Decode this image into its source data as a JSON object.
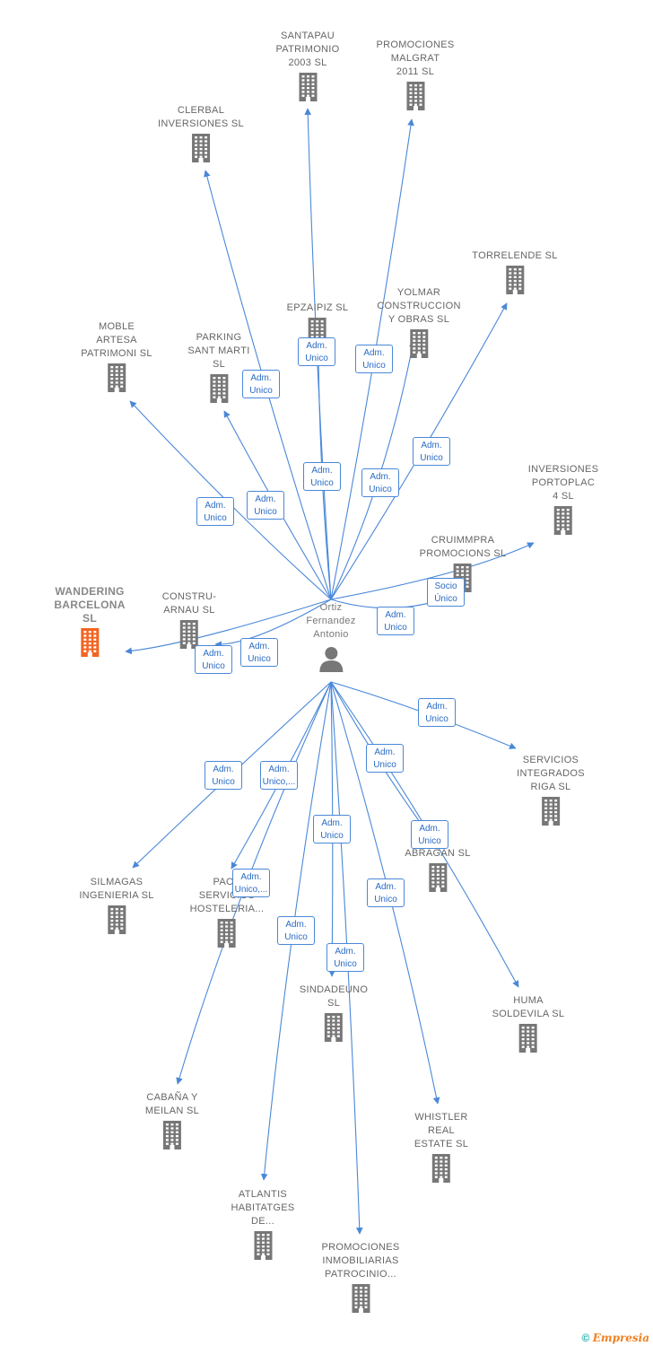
{
  "colors": {
    "edge": "#4a88d8",
    "company": "#777777",
    "highlight": "#f26522"
  },
  "center": {
    "label": "Ortiz\nFernandez\nAntonio",
    "icon": "person-icon"
  },
  "nodes": [
    {
      "id": "wandering",
      "label": "WANDERING\nBARCELONA\nSL",
      "icon": "building-icon",
      "highlight": true
    },
    {
      "id": "santapau",
      "label": "SANTAPAU\nPATRIMONIO\n2003 SL",
      "icon": "building-icon"
    },
    {
      "id": "malgrat",
      "label": "PROMOCIONES\nMALGRAT\n2011 SL",
      "icon": "building-icon"
    },
    {
      "id": "clerbal",
      "label": "CLERBAL\nINVERSIONES SL",
      "icon": "building-icon"
    },
    {
      "id": "torrelende",
      "label": "TORRELENDE SL",
      "icon": "building-icon"
    },
    {
      "id": "epzaipiz",
      "label": "EPZAIPIZ SL",
      "icon": "building-icon"
    },
    {
      "id": "yolmar",
      "label": "YOLMAR\nCONSTRUCCION\nY OBRAS SL",
      "icon": "building-icon"
    },
    {
      "id": "moble",
      "label": "MOBLE\nARTESA\nPATRIMONI SL",
      "icon": "building-icon"
    },
    {
      "id": "parking",
      "label": "PARKING\nSANT MARTI\nSL",
      "icon": "building-icon"
    },
    {
      "id": "portoplac",
      "label": "INVERSIONES\nPORTOPLAC\n4  SL",
      "icon": "building-icon"
    },
    {
      "id": "cruimmpra",
      "label": "CRUIMMPRA\nPROMOCIONS SL",
      "icon": "building-icon"
    },
    {
      "id": "construarnau",
      "label": "CONSTRU-\nARNAU  SL",
      "icon": "building-icon"
    },
    {
      "id": "riga",
      "label": "SERVICIOS\nINTEGRADOS\nRIGA SL",
      "icon": "building-icon"
    },
    {
      "id": "silmagas",
      "label": "SILMAGAS\nINGENIERIA SL",
      "icon": "building-icon"
    },
    {
      "id": "paoe",
      "label": "PAOE\nSERVICIOS\nHOSTELERIA...",
      "icon": "building-icon"
    },
    {
      "id": "abragan",
      "label": "ABRAGAN SL",
      "icon": "building-icon"
    },
    {
      "id": "sindadeuno",
      "label": "SINDADEUNO\nSL",
      "icon": "building-icon"
    },
    {
      "id": "huma",
      "label": "HUMA\nSOLDEVILA SL",
      "icon": "building-icon"
    },
    {
      "id": "cabana",
      "label": "CABAÑA Y\nMEILAN SL",
      "icon": "building-icon"
    },
    {
      "id": "whistler",
      "label": "WHISTLER\nREAL\nESTATE  SL",
      "icon": "building-icon"
    },
    {
      "id": "atlantis",
      "label": "ATLANTIS\nHABITATGES\nDE...",
      "icon": "building-icon"
    },
    {
      "id": "patrocinio",
      "label": "PROMOCIONES\nINMOBILIARIAS\nPATROCINIO...",
      "icon": "building-icon"
    }
  ],
  "relations": [
    {
      "to": "santapau",
      "label": "Adm.\nUnico"
    },
    {
      "to": "malgrat",
      "label": "Adm.\nUnico"
    },
    {
      "to": "clerbal",
      "label": "Adm.\nUnico"
    },
    {
      "to": "torrelende",
      "label": "Adm.\nUnico"
    },
    {
      "to": "epzaipiz",
      "label": "Adm.\nUnico"
    },
    {
      "to": "yolmar",
      "label": "Adm.\nUnico"
    },
    {
      "to": "moble",
      "label": "Adm.\nUnico"
    },
    {
      "to": "parking",
      "label": "Adm.\nUnico"
    },
    {
      "to": "portoplac",
      "label": "Socio\nÚnico"
    },
    {
      "to": "cruimmpra",
      "label": "Adm.\nUnico"
    },
    {
      "to": "wandering",
      "label": "Adm.\nUnico"
    },
    {
      "to": "construarnau",
      "label": "Adm.\nUnico"
    },
    {
      "to": "riga",
      "label": "Adm.\nUnico"
    },
    {
      "to": "silmagas",
      "label": "Adm.\nUnico"
    },
    {
      "to": "paoe",
      "label": "Adm.\nUnico,..."
    },
    {
      "to": "abragan",
      "label": "Adm.\nUnico"
    },
    {
      "to": "sindadeuno",
      "label": "Adm.\nUnico"
    },
    {
      "to": "huma",
      "label": "Adm.\nUnico"
    },
    {
      "to": "cabana",
      "label": "Adm.\nUnico,..."
    },
    {
      "to": "whistler",
      "label": "Adm.\nUnico"
    },
    {
      "to": "atlantis",
      "label": "Adm.\nUnico"
    },
    {
      "to": "patrocinio",
      "label": "Adm.\nUnico"
    }
  ],
  "credit": {
    "symbol": "©",
    "brand": "Empresia"
  }
}
